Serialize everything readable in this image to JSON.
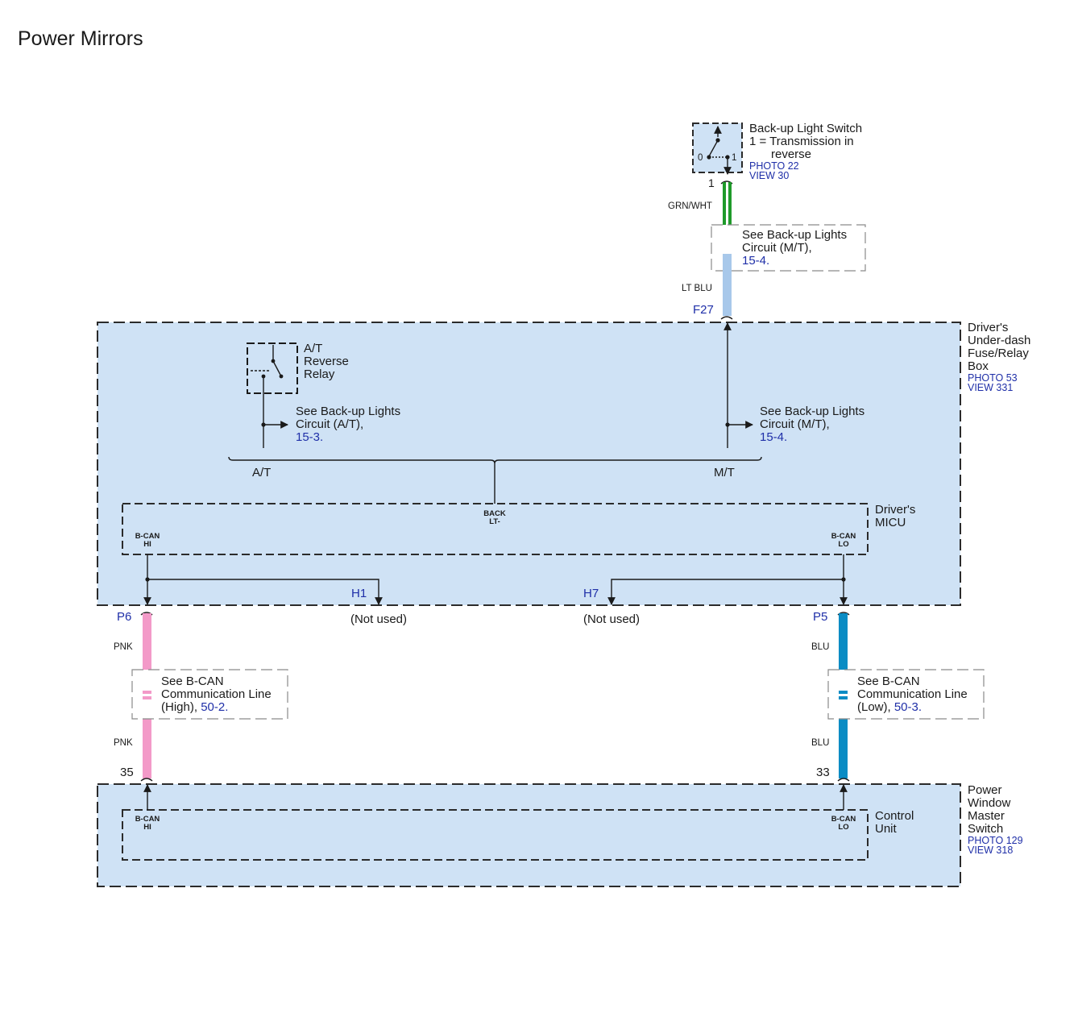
{
  "title": "Power Mirrors",
  "backup_switch": {
    "name": "Back-up Light Switch",
    "note_line1": "1 = Transmission in",
    "note_line2": "reverse",
    "photo": "PHOTO 22",
    "view": "VIEW 30",
    "pos0": "0",
    "pos1": "1",
    "terminal": "1"
  },
  "wires": {
    "grn_wht": "GRN/WHT",
    "lt_blu": "LT BLU",
    "pnk_top": "PNK",
    "pnk_bottom": "PNK",
    "blu_top": "BLU",
    "blu_bottom": "BLU",
    "colors": {
      "grn_wht": "#1f9a2a",
      "lt_blu": "#a8c8ea",
      "pnk": "#f39ac8",
      "blu": "#0a8cc4"
    }
  },
  "note_mt_top": {
    "line1": "See Back-up Lights",
    "line2": "Circuit (M/T),",
    "ref": "15-4."
  },
  "connectors": {
    "f27": "F27",
    "p6": "P6",
    "p5": "P5",
    "h1": "H1",
    "h7": "H7",
    "h1_note": "(Not used)",
    "h7_note": "(Not used)",
    "pin35": "35",
    "pin33": "33"
  },
  "fuse_box": {
    "line1": "Driver's",
    "line2": "Under-dash",
    "line3": "Fuse/Relay",
    "line4": "Box",
    "photo": "PHOTO 53",
    "view": "VIEW 331"
  },
  "relay": {
    "line1": "A/T",
    "line2": "Reverse",
    "line3": "Relay"
  },
  "note_at": {
    "line1": "See Back-up Lights",
    "line2": "Circuit (A/T),",
    "ref": "15-3."
  },
  "note_mt": {
    "line1": "See Back-up Lights",
    "line2": "Circuit (M/T),",
    "ref": "15-4."
  },
  "brace": {
    "at": "A/T",
    "mt": "M/T"
  },
  "micu": {
    "line1": "Driver's",
    "line2": "MICU",
    "back_l1": "BACK",
    "back_l2": "LT-",
    "hi_l1": "B-CAN",
    "hi_l2": "HI",
    "lo_l1": "B-CAN",
    "lo_l2": "LO"
  },
  "note_high": {
    "line1": "See B-CAN",
    "line2": "Communication Line",
    "line3": "(High), ",
    "ref": "50-2."
  },
  "note_low": {
    "line1": "See B-CAN",
    "line2": "Communication Line",
    "line3": "(Low), ",
    "ref": "50-3."
  },
  "pwms": {
    "line1": "Power",
    "line2": "Window",
    "line3": "Master",
    "line4": "Switch",
    "photo": "PHOTO 129",
    "view": "VIEW 318"
  },
  "control_unit": {
    "line1": "Control",
    "line2": "Unit",
    "hi_l1": "B-CAN",
    "hi_l2": "HI",
    "lo_l1": "B-CAN",
    "lo_l2": "LO"
  }
}
